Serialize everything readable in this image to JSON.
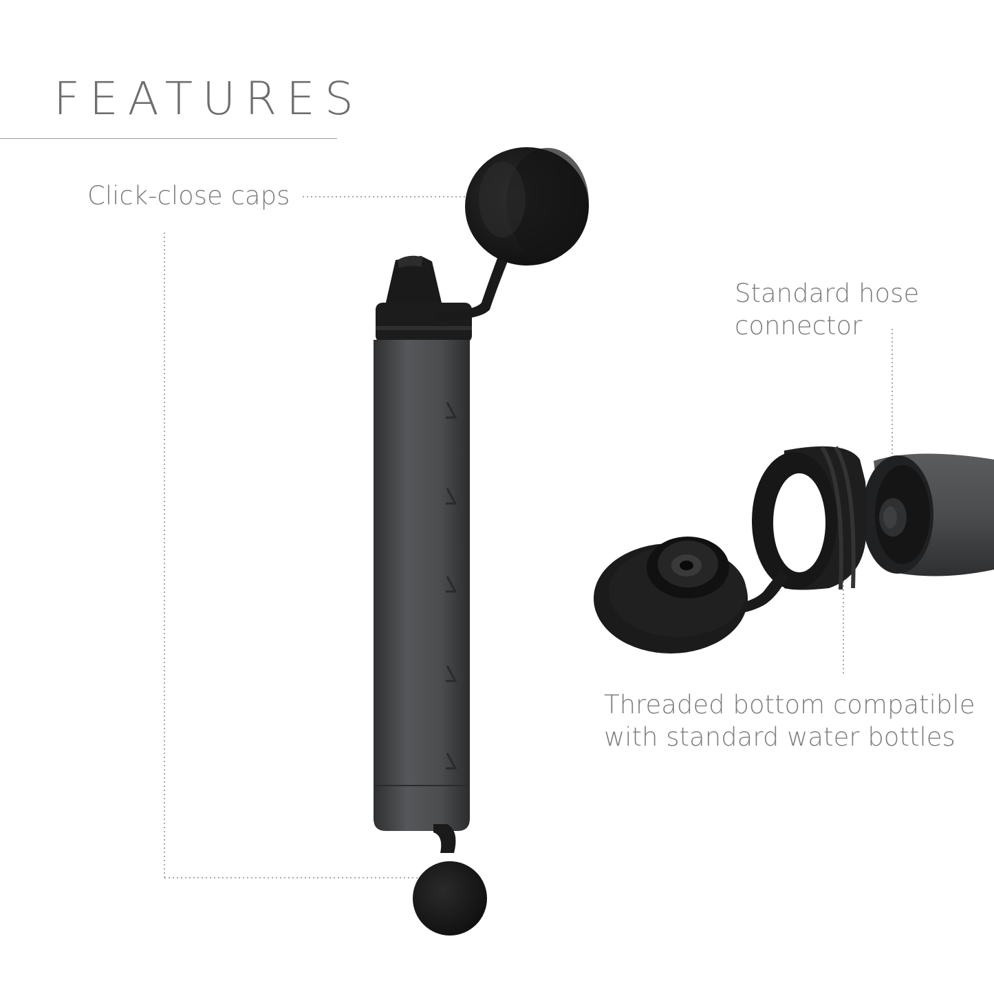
{
  "page": {
    "title": "FEATURES"
  },
  "callouts": {
    "caps": "Click-close caps",
    "hose": "Standard hose connector",
    "thread": "Threaded bottom compatible with standard water bottles"
  },
  "colors": {
    "body_gray": "#4a4b4c",
    "cap_black": "#1c1c1c",
    "label_gray": "#7d7d7d",
    "rule_gray": "#9a9a9a"
  }
}
